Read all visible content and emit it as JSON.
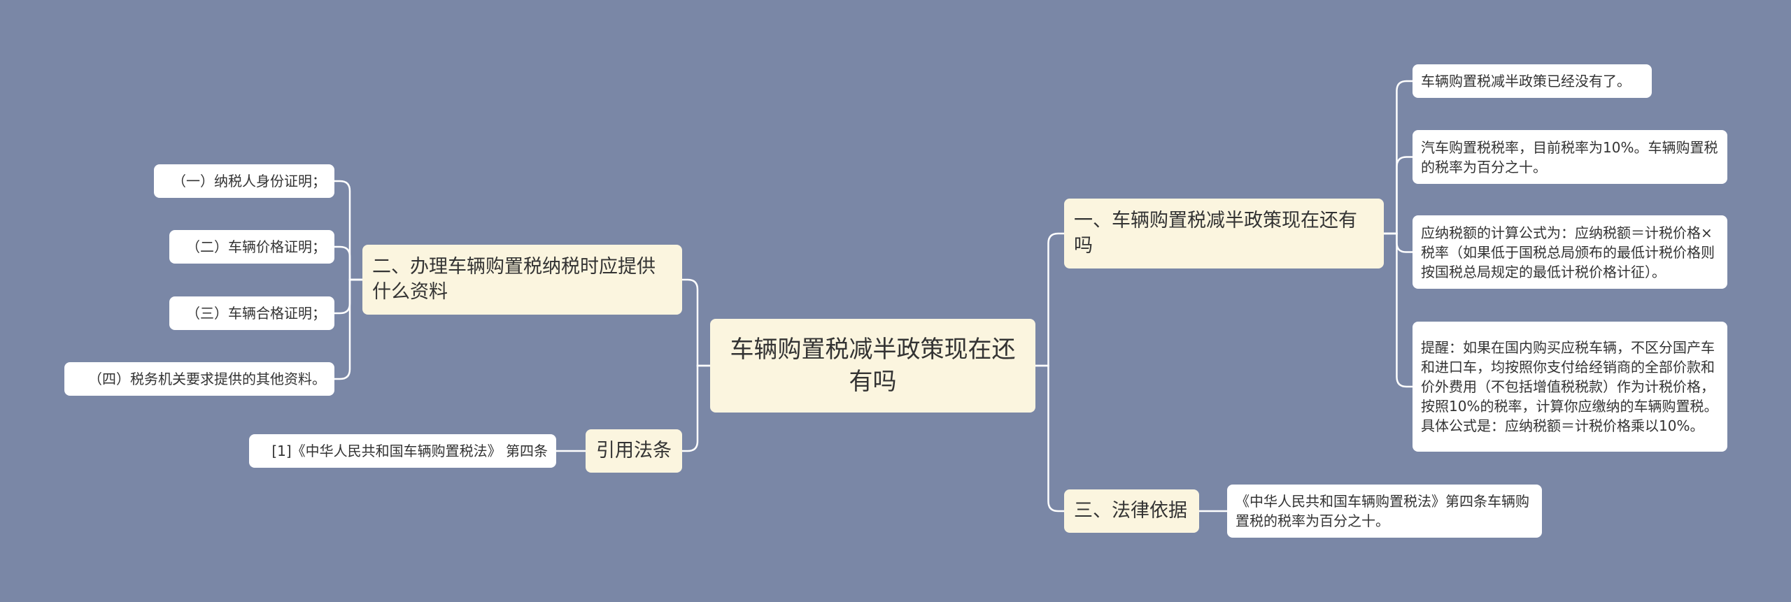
{
  "root": {
    "label": "车辆购置税减半政策现在还有吗"
  },
  "right_branches": [
    {
      "label": "一、车辆购置税减半政策现在还有吗",
      "children": [
        "车辆购置税减半政策已经没有了。",
        "汽车购置税税率，目前税率为10%。车辆购置税的税率为百分之十。",
        "应纳税额的计算公式为：应纳税额＝计税价格×税率（如果低于国税总局颁布的最低计税价格则按国税总局规定的最低计税价格计征）。",
        "提醒：如果在国内购买应税车辆，不区分国产车和进口车，均按照你支付给经销商的全部价款和价外费用（不包括增值税税款）作为计税价格，按照10%的税率，计算你应缴纳的车辆购置税。具体公式是：应纳税额＝计税价格乘以10%。"
      ]
    },
    {
      "label": "三、法律依据",
      "children": [
        "《中华人民共和国车辆购置税法》第四条车辆购置税的税率为百分之十。"
      ]
    }
  ],
  "left_branches": [
    {
      "label": "二、办理车辆购置税纳税时应提供什么资料",
      "children": [
        "（一）纳税人身份证明；",
        "（二）车辆价格证明；",
        "（三）车辆合格证明；",
        "（四）税务机关要求提供的其他资料。"
      ]
    },
    {
      "label": "引用法条",
      "children": [
        "[1]《中华人民共和国车辆购置税法》 第四条"
      ]
    }
  ],
  "colors": {
    "background": "#7a87a6",
    "branch_fill": "#fbf5df",
    "leaf_fill": "#ffffff",
    "connector": "#ffffff",
    "text": "#333333"
  }
}
